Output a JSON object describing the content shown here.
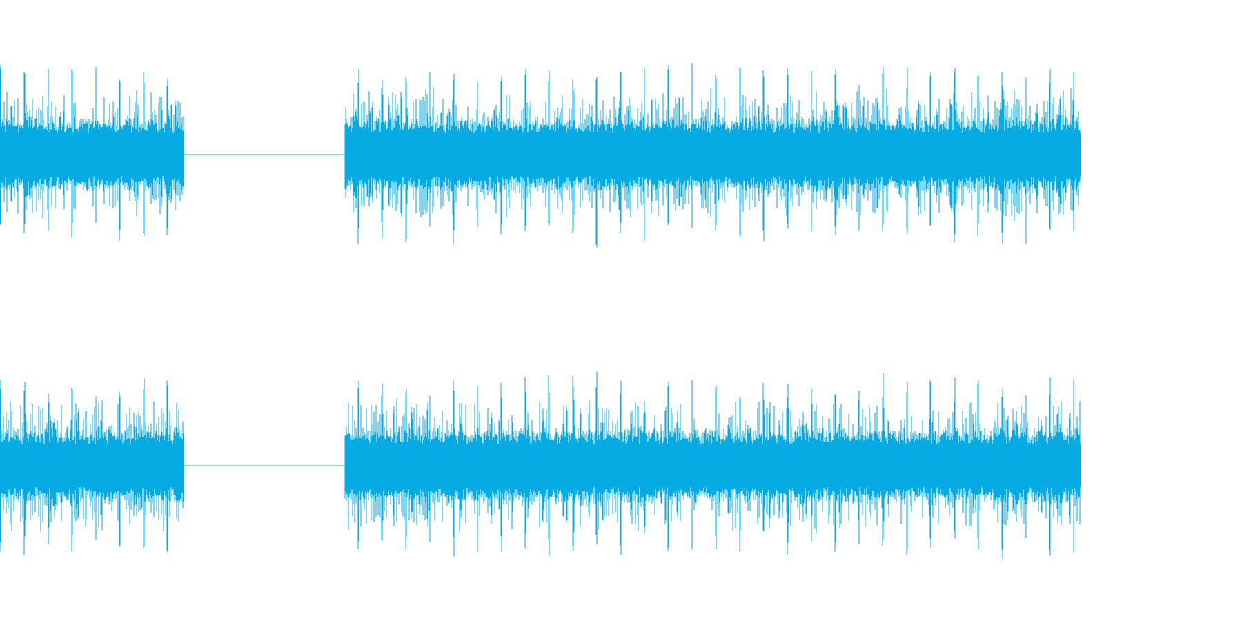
{
  "waveform": {
    "color": "#05abe2",
    "background": "#ffffff",
    "channel_count": 2,
    "duration_fraction": 0.87,
    "segments": [
      {
        "start_fraction": 0.0,
        "end_fraction": 0.17,
        "level": "active"
      },
      {
        "start_fraction": 0.17,
        "end_fraction": 0.319,
        "level": "silence"
      },
      {
        "start_fraction": 0.319,
        "end_fraction": 1.0,
        "level": "active"
      }
    ],
    "peak_period_fraction": 0.0192,
    "body_amplitude": 0.22,
    "burst_amplitude": 0.38,
    "peak_amplitude": 0.55
  }
}
